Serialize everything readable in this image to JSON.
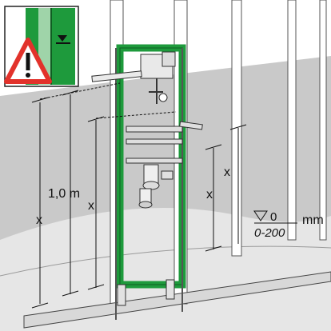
{
  "labels": {
    "height_main": "1,0 m",
    "x_far_left": "x",
    "x_left": "x",
    "x_right_upper": "x",
    "x_right_lower": "x",
    "floor_level_zero": "0",
    "floor_range": "0-200",
    "floor_unit": "mm"
  },
  "icons": {
    "warning": "warning-triangle-icon",
    "level_marker": "level-marker-icon"
  },
  "colors": {
    "frame_green": "#1e9a3c",
    "warning_red": "#e2322b",
    "wall_gray": "#c9c9c9",
    "floor_light": "#e6e6e6"
  }
}
